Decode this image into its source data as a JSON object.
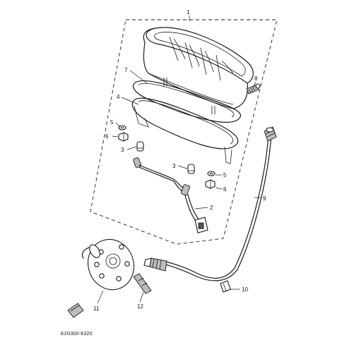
{
  "callouts": [
    {
      "id": "c1",
      "label": "1"
    },
    {
      "id": "c2",
      "label": "2"
    },
    {
      "id": "c3a",
      "label": "3"
    },
    {
      "id": "c3b",
      "label": "3"
    },
    {
      "id": "c4",
      "label": "4"
    },
    {
      "id": "c5a",
      "label": "5"
    },
    {
      "id": "c5b",
      "label": "5"
    },
    {
      "id": "c6a",
      "label": "6"
    },
    {
      "id": "c6b",
      "label": "6"
    },
    {
      "id": "c7",
      "label": "7"
    },
    {
      "id": "c8",
      "label": "8"
    },
    {
      "id": "c9",
      "label": "9"
    },
    {
      "id": "c10",
      "label": "10"
    },
    {
      "id": "c11",
      "label": "11"
    },
    {
      "id": "c12",
      "label": "12"
    }
  ],
  "diagram_code": "81N300-6320",
  "colors": {
    "line": "#1a1a1a",
    "shade": "#bdbdbd",
    "background": "#ffffff"
  }
}
